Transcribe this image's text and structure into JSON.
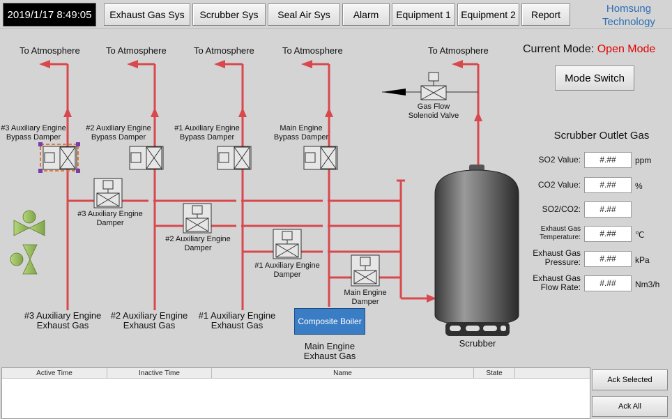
{
  "header": {
    "clock": "2019/1/17 8:49:05",
    "nav": [
      "Exhaust Gas Sys",
      "Scrubber Sys",
      "Seal Air Sys",
      "Alarm",
      "Equipment 1",
      "Equipment 2",
      "Report"
    ],
    "brand_line1": "Homsung",
    "brand_line2": "Technology"
  },
  "mode": {
    "label": "Current Mode:",
    "value": "Open Mode",
    "switch_label": "Mode Switch"
  },
  "diagram": {
    "to_atmosphere": "To Atmosphere",
    "dampers": {
      "aux3_bypass": [
        "#3 Auxiliary Engine",
        "Bypass Damper"
      ],
      "aux2_bypass": [
        "#2 Auxiliary Engine",
        "Bypass Damper"
      ],
      "aux1_bypass": [
        "#1 Auxiliary Engine",
        "Bypass Damper"
      ],
      "main_bypass": [
        "Main Engine",
        "Bypass Damper"
      ],
      "aux3": [
        "#3 Auxiliary Engine",
        "Damper"
      ],
      "aux2": [
        "#2 Auxiliary Engine",
        "Damper"
      ],
      "aux1": [
        "#1 Auxiliary Engine",
        "Damper"
      ],
      "main": [
        "Main Engine",
        "Damper"
      ]
    },
    "solenoid": [
      "Gas Flow",
      "Solenoid Valve"
    ],
    "sources": {
      "aux3": [
        "#3 Auxiliary Engine",
        "Exhaust Gas"
      ],
      "aux2": [
        "#2 Auxiliary Engine",
        "Exhaust Gas"
      ],
      "aux1": [
        "#1 Auxiliary Engine",
        "Exhaust Gas"
      ],
      "main": [
        "Main Engine",
        "Exhaust Gas"
      ]
    },
    "boiler": "Composite Boiler",
    "scrubber": "Scrubber"
  },
  "outlet_gas": {
    "title": "Scrubber Outlet Gas",
    "readings": [
      {
        "label": [
          "SO2 Value:"
        ],
        "value": "#.##",
        "unit": "ppm"
      },
      {
        "label": [
          "CO2 Value:"
        ],
        "value": "#.##",
        "unit": "%"
      },
      {
        "label": [
          "SO2/CO2:"
        ],
        "value": "#.##",
        "unit": ""
      },
      {
        "label": [
          "Exhaust Gas",
          "Temperature:"
        ],
        "value": "#.##",
        "unit": "℃"
      },
      {
        "label": [
          "Exhaust Gas",
          "Pressure:"
        ],
        "value": "#.##",
        "unit": "kPa"
      },
      {
        "label": [
          "Exhaust Gas",
          "Flow Rate:"
        ],
        "value": "#.##",
        "unit": "Nm3/h"
      }
    ]
  },
  "alarm_table": {
    "columns": [
      "Active Time",
      "Inactive Time",
      "Name",
      "State",
      ""
    ],
    "ack_selected": "Ack Selected",
    "ack_all": "Ack All"
  },
  "colors": {
    "pipe": "#d9484c",
    "boiler": "#3b7dc4",
    "mode_value": "#e00000",
    "brand": "#2d6fb6",
    "fan": "#9bc15a"
  }
}
